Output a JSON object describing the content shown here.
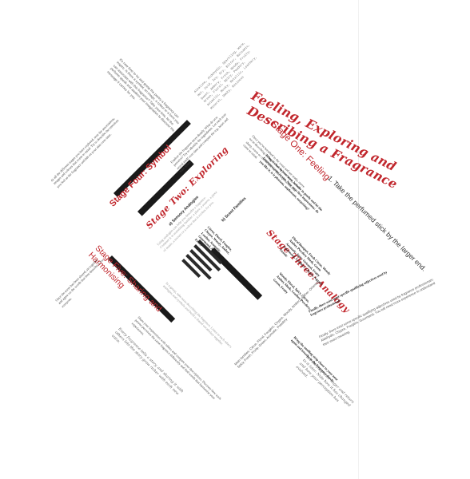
{
  "title": {
    "line1": "Feeling, Exploring and",
    "line2": "Describing a Fragrance"
  },
  "stages": {
    "one": "Stage One: Feeling",
    "two": "Stage Two: Exploring",
    "three": "Stage Three: Analogy",
    "four": "Stage Four: Symbol",
    "five_line1": "Stage Five: Sharing and",
    "five_line2": "Harmonising"
  },
  "instructions": {
    "step1": "1. Take the perfumed stick by the larger end.",
    "sub_a": "a) Sensory Analogies",
    "sub_b": "b) Scent Families",
    "step_free": "Finally, there exist some specific qualifying adjectives used by fragrance professionals."
  },
  "body": {
    "p_top": "It's now time to try and grasp the poetry a fragrance can inspire. Is there a symbol, an image, a colour or a form you can associate with this fragrance? Take your time, let the perfume speak and awaken your imagination to discover the message it carries for you.",
    "p_mono": "Alkaline, Aldehydic, Sparkling, Warm, Hot, Cold, Icy, Dry, Bitter, Balsamic, Sweet, Ambery, Fresh, Woody, Fruity, Green, Floral, Spicy, Powdery, Animalic, Musky, Metallic, Leathery, Mineral, Smoky, Resinous",
    "p_left": "At all the different stages you have explored, note the associations, images and colours that come to mind. Try to describe the emotions you feel as the fragrance unfolds on your skin over time.",
    "p_feel1": "Once you've breathed in the scent and are ready, move on to describing it. Does it feel light or heavy, soft or sharp, warm or cool? Note the first impressions that come to mind.",
    "p_feel2": "Bring it close to your nose, breathe in gently and let the fragrance come to you. Note your first impressions: do you like it, is it pleasant, unpleasant, surprising?",
    "p_explore": "Explore the fragrance more deeply. What do you perceive? Try to identify the ingredients. Let each note reveal itself over time and compare the top, heart and base notes.",
    "p_analogy_light": "Using analogies can help you describe a fragrance. Compare it to something familiar: a place, a season, a piece of music, a texture or a colour that it evokes for you.",
    "p_families": "Citrus, Floral, Fougère, Chypre, Woody, Amber, Leather, Aromatic, Gourmand, Aquatic, Green, Fruity",
    "p_analogy": "Floral Bouquet, Fresh Citrus, Woody Amber, Powdery Musk, Green Aromatic, Spicy Oriental, Fruity Gourmand, Leathery Chypre, Aquatic Ozonic",
    "p_bold": "Woody, Floral, Spicy, Citrus, Amber, Musk, Leather, Powdery, Green, Fruity",
    "p_family_list": "Main families: Citrus, Floral, Fougère, Chypre, Woody, Amber, Leather. Oriental: Spicy, Fresh, Fruity, Green, Aromatic, Powdery",
    "p_last": "Finally, there exist some specific qualifying adjectives used by fragrance professionals: Aldehydic, Chypre, Fougère, Gourmand. You will need more experience to understand their exact meaning.",
    "p_share": "Share your impressions with others and compare your descriptions. Discover how each person perceives the same fragrance differently and find words that harmonise your experiences.",
    "p_share2": "In a group, take turns describing the fragrance. Listen to each other's analogies and symbols and build a shared vocabulary together.",
    "p_share_script": "Every fragrance tells a story, and sharing it with others lets the story grow richer with each new voice.",
    "p_right_script": "Let the fragrance linger and return to it later. Note how it has changed and how your perception has evolved.",
    "p_right_bold": "Bring the smelling strip closer to your nose again and breathe in the fragrance slowly.",
    "p_stage5_left": "Once the scent has been shared, sit together and agree on the words that best describe it for everyone."
  }
}
